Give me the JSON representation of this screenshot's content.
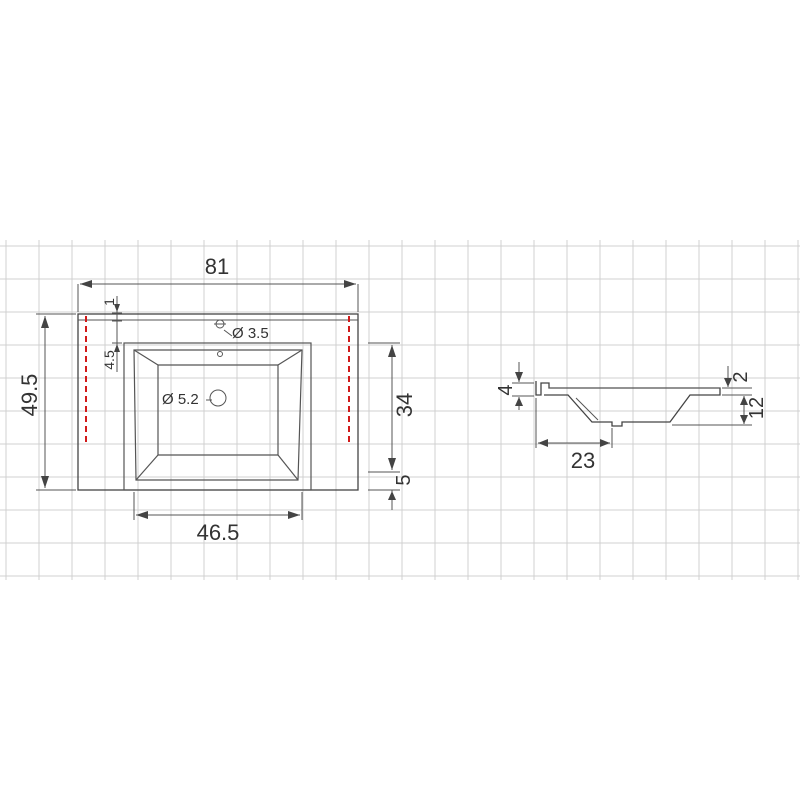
{
  "colors": {
    "grid": "#d0d0d0",
    "line": "#444444",
    "dimension_text": "#333333",
    "mounting_marks": "#d11a1a"
  },
  "top_view": {
    "width": "81",
    "depth": "49.5",
    "bowl_width": "46.5",
    "bowl_depth": "34",
    "front_offset": "5",
    "rear_rim": "1",
    "back_to_bowl": "4.5",
    "tap_hole": "Ø 3.5",
    "drain_hole": "Ø 5.2"
  },
  "side_view": {
    "rim_height": "4",
    "edge_thickness": "2",
    "bowl_height": "12",
    "bowl_length": "23"
  }
}
